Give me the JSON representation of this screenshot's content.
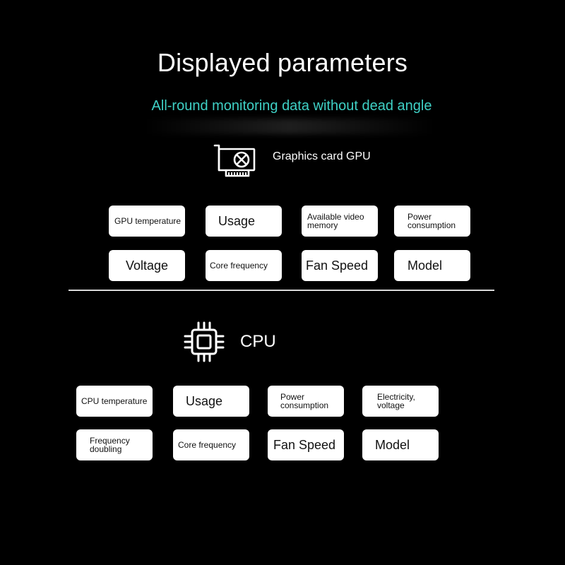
{
  "title": "Displayed parameters",
  "subtitle": "All-round monitoring data without dead angle",
  "gpu": {
    "label": "Graphics card GPU",
    "items": [
      "GPU temperature",
      "Usage",
      "Available video memory",
      "Power consumption",
      "Voltage",
      "Core frequency",
      "Fan Speed",
      "Model"
    ]
  },
  "cpu": {
    "label": "CPU",
    "items": [
      "CPU temperature",
      "Usage",
      "Power consumption",
      "Electricity, voltage",
      "Frequency doubling",
      "Core frequency",
      "Fan Speed",
      "Model"
    ]
  },
  "icons": {
    "gpu": "graphics-card-icon",
    "cpu": "cpu-chip-icon"
  }
}
